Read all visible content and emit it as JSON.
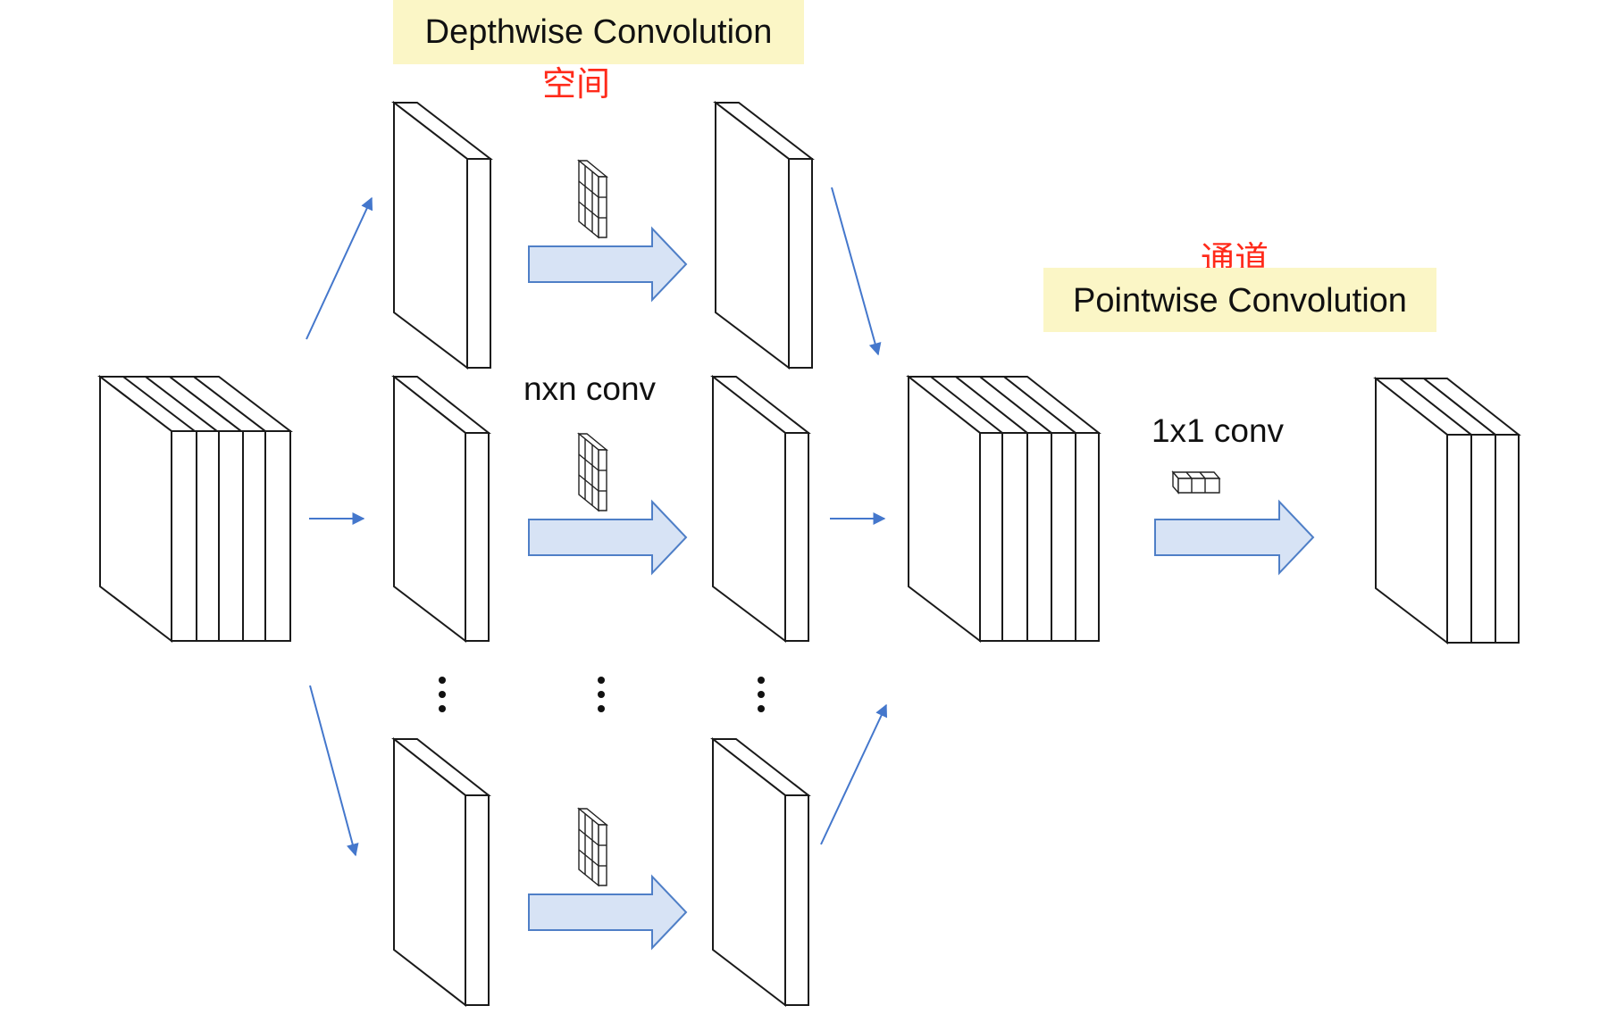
{
  "labels": {
    "depthwise_title": "Depthwise Convolution",
    "depthwise_cn": "空间",
    "pointwise_title": "Pointwise Convolution",
    "pointwise_cn": "通道",
    "nxn_conv": "nxn conv",
    "onexone_conv": "1x1 conv"
  },
  "colors": {
    "label_background": "#fbf6c6",
    "cn_text": "#ff2a1a",
    "arrow_fill": "#d7e3f5",
    "arrow_stroke": "#4f7fc7",
    "connector": "#4477cc"
  }
}
